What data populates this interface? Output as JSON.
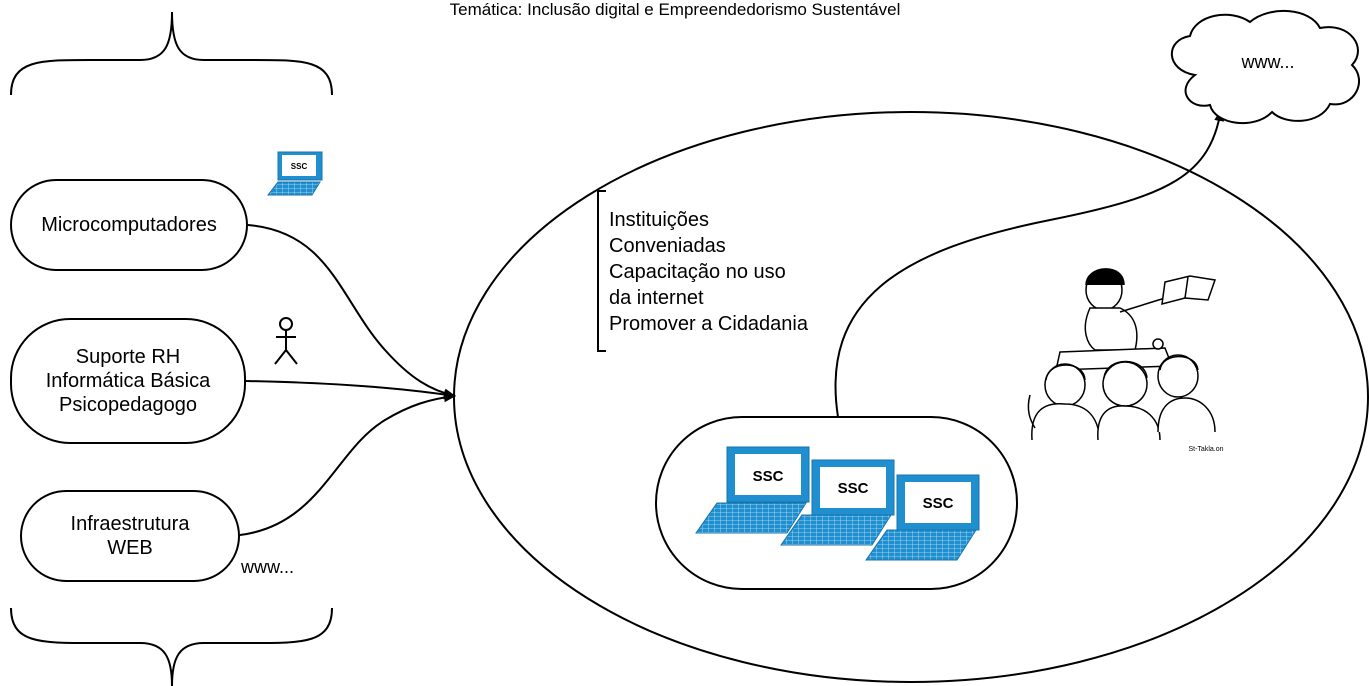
{
  "title": "Temática: Inclusão digital e Empreendedorismo Sustentável",
  "resources": {
    "microcomputadores": "Microcomputadores",
    "suporte_lines": [
      "Suporte RH",
      "Informática Básica",
      "Psicopedagogo"
    ],
    "infra_lines": [
      "Infraestrutura",
      "WEB"
    ],
    "www_label": "www..."
  },
  "program": {
    "lines": [
      "Instituições",
      "Conveniadas",
      "Capacitação no uso",
      "da internet",
      "Promover a Cidadania"
    ]
  },
  "laptops": {
    "screen_label": "SSC",
    "small_label": "SSC"
  },
  "cloud": {
    "label": "www..."
  },
  "clipart": {
    "signature": "St-Takla.on"
  },
  "colors": {
    "laptop_blue": "#1f8fcf",
    "laptop_dark": "#1874ad",
    "stroke": "#000000"
  }
}
